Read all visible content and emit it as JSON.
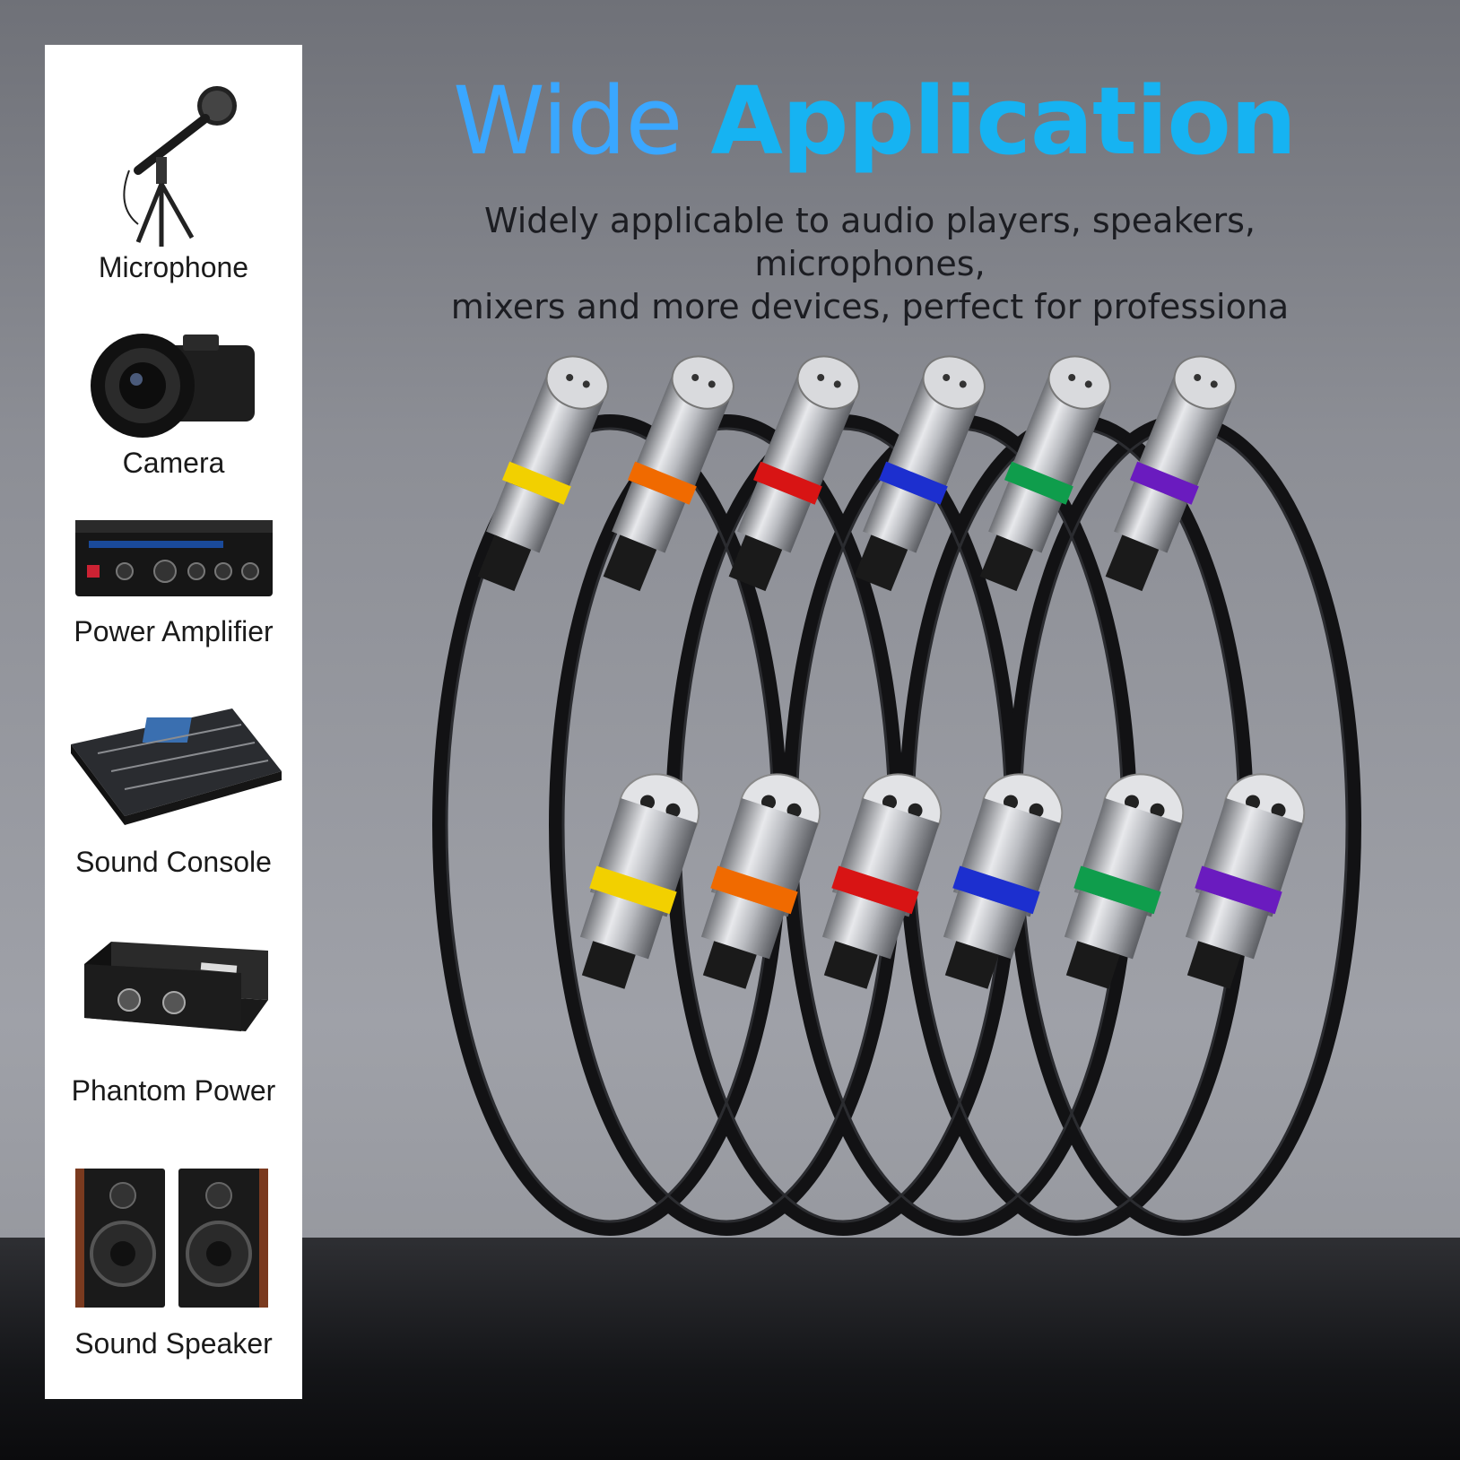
{
  "heading": {
    "light_word": "Wide",
    "bold_word": "Application",
    "subtitle_line1": "Widely applicable to audio players, speakers, microphones,",
    "subtitle_line2": "mixers and more devices, perfect for professiona"
  },
  "devices": [
    {
      "label": "Microphone",
      "icon": "microphone-icon"
    },
    {
      "label": "Camera",
      "icon": "camera-icon"
    },
    {
      "label": "Power Amplifier",
      "icon": "amplifier-icon"
    },
    {
      "label": "Sound Console",
      "icon": "mixing-console-icon"
    },
    {
      "label": "Phantom Power",
      "icon": "phantom-power-icon"
    },
    {
      "label": "Sound Speaker",
      "icon": "speaker-icon"
    }
  ],
  "colors": {
    "title_light": "#3aa7ff",
    "title_bold": "#16b3f2",
    "ring_colors": [
      "#f2d000",
      "#f06a00",
      "#d81414",
      "#1c2fcf",
      "#0f9d4c",
      "#6a1bbf"
    ]
  }
}
